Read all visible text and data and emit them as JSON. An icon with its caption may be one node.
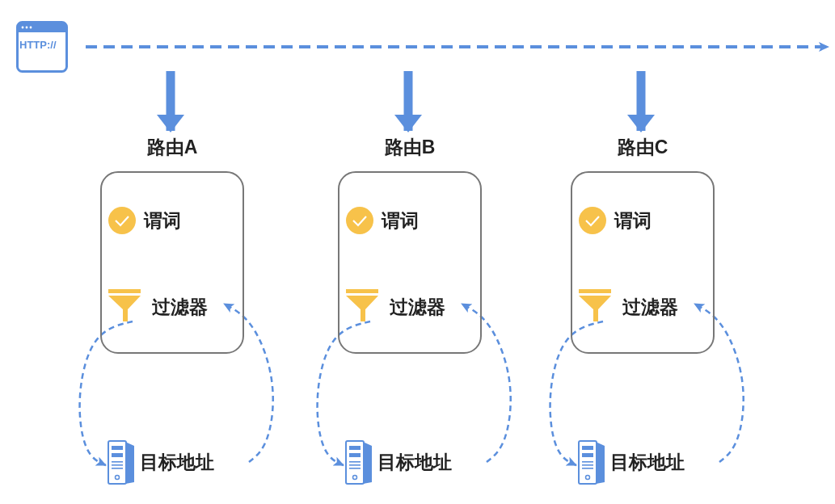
{
  "diagram": {
    "nodes": [
      {
        "text": [
          "HTTP://"
        ]
      },
      {
        "text": [
          "路由A"
        ]
      },
      {
        "text": [
          "谓词"
        ],
        "in": 1
      },
      {
        "text": [
          "过滤器"
        ],
        "in": 1
      },
      {
        "text": [
          "目标地址"
        ]
      },
      {
        "text": [
          "路由B"
        ]
      },
      {
        "text": [
          "谓词"
        ],
        "in": 5
      },
      {
        "text": [
          "过滤器"
        ],
        "in": 5
      },
      {
        "text": [
          "目标地址"
        ]
      },
      {
        "text": [
          "路由C"
        ]
      },
      {
        "text": [
          "谓词"
        ],
        "in": 9
      },
      {
        "text": [
          "过滤器"
        ],
        "in": 9
      },
      {
        "text": [
          "目标地址"
        ]
      }
    ],
    "edges": [
      {
        "from": 0,
        "to": null,
        "arrow": "to",
        "style": "dashed"
      },
      {
        "from": null,
        "to": 1,
        "arrow": "to",
        "style": "thick"
      },
      {
        "from": 3,
        "to": 4,
        "arrow": "to",
        "style": "dashed"
      },
      {
        "from": 4,
        "to": 3,
        "arrow": "to",
        "style": "dashed"
      },
      {
        "from": null,
        "to": 5,
        "arrow": "to",
        "style": "thick"
      },
      {
        "from": 7,
        "to": 8,
        "arrow": "to",
        "style": "dashed"
      },
      {
        "from": 8,
        "to": 7,
        "arrow": "to",
        "style": "dashed"
      },
      {
        "from": null,
        "to": 9,
        "arrow": "to",
        "style": "thick"
      },
      {
        "from": 11,
        "to": 12,
        "arrow": "to",
        "style": "dashed"
      },
      {
        "from": 12,
        "to": 11,
        "arrow": "to",
        "style": "dashed"
      }
    ]
  }
}
